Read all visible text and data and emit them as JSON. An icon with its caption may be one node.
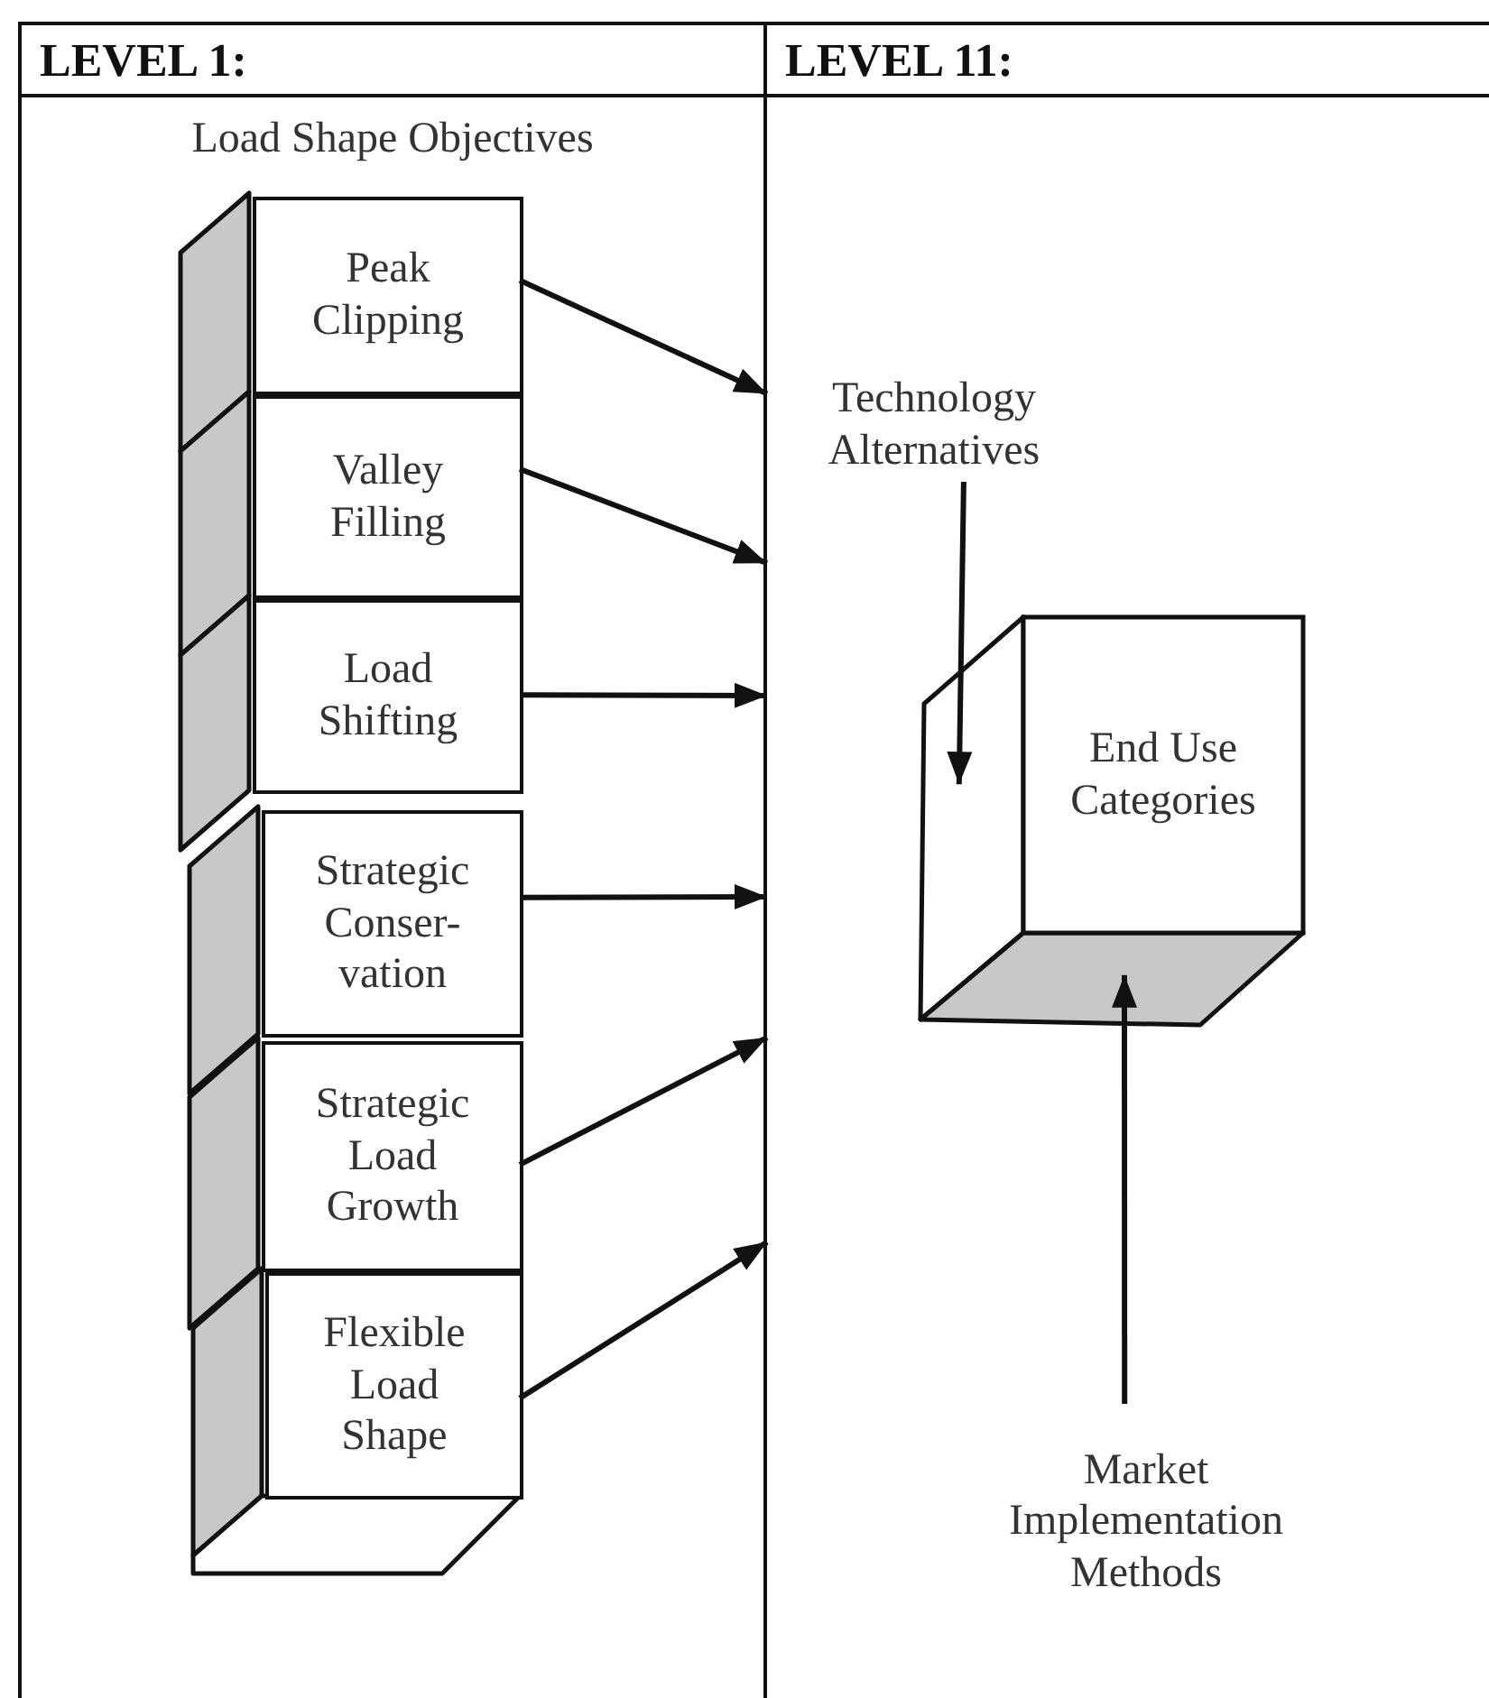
{
  "diagram": {
    "nodes": [
      {
        "text": [
          "LEVEL 1:",
          "Load Shape Objectives"
        ]
      },
      {
        "text": [
          "LEVEL 11:"
        ]
      },
      {
        "text": [
          "Peak Clipping"
        ],
        "in": 0
      },
      {
        "text": [
          "Valley Filling"
        ],
        "in": 0
      },
      {
        "text": [
          "Load Shifting"
        ],
        "in": 0
      },
      {
        "text": [
          "Strategic Conser- vation"
        ],
        "in": 0
      },
      {
        "text": [
          "Strategic Load Growth"
        ],
        "in": 0
      },
      {
        "text": [
          "Flexible Load Shape"
        ],
        "in": 0
      },
      {
        "text": [
          "Technology Alternatives"
        ],
        "in": 1
      },
      {
        "text": [
          "End Use Categories"
        ],
        "in": 1
      },
      {
        "text": [
          "Market Implementation Methods"
        ],
        "in": 1
      }
    ],
    "edges": [
      {
        "from": 2,
        "to": 1,
        "arrow": "to"
      },
      {
        "from": 3,
        "to": 1,
        "arrow": "to"
      },
      {
        "from": 4,
        "to": 1,
        "arrow": "to"
      },
      {
        "from": 5,
        "to": 1,
        "arrow": "to"
      },
      {
        "from": 6,
        "to": 1,
        "arrow": "to"
      },
      {
        "from": 7,
        "to": 1,
        "arrow": "to"
      },
      {
        "from": 8,
        "to": 9,
        "arrow": "to"
      },
      {
        "from": 10,
        "to": 9,
        "arrow": "to"
      }
    ]
  }
}
